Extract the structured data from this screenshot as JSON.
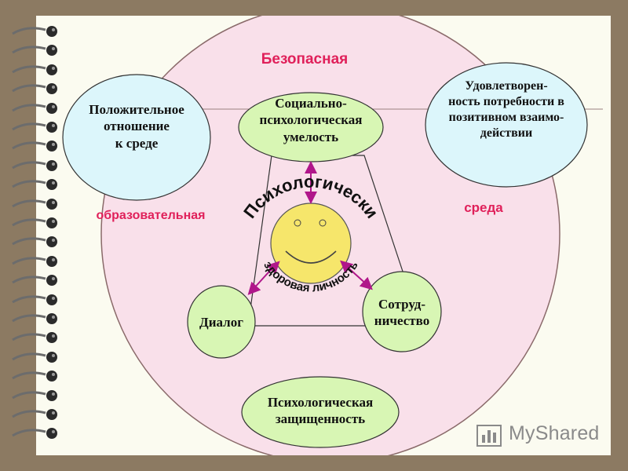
{
  "title": "Безопасная",
  "left_word": "образовательная",
  "right_word": "среда",
  "top_center": "Социально-психологическая умелость",
  "top_center_lines": [
    "Социально-",
    "психологическая",
    "умелость"
  ],
  "top_left_lines": [
    "Положительное",
    "отношение",
    "к среде"
  ],
  "top_right_lines": [
    "Удовлетворен-",
    "ность потребности в",
    "позитивном взаимо-",
    "действии"
  ],
  "left_bottom": "Диалог",
  "right_bottom_lines": [
    "Сотруд-",
    "ничество"
  ],
  "bottom_lines": [
    "Психологическая",
    "защищенность"
  ],
  "arc_upper": "Психологически",
  "arc_lower": "здоровая личность",
  "logo_text": "MyShared",
  "colors": {
    "background": "#8c7a62",
    "page": "#fbfbf0",
    "big_circle": "#f9e0ea",
    "green_node": "#d8f6b4",
    "blue_node": "#dcf6fb",
    "smiley": "#f6e66b",
    "accent_text": "#e0205a",
    "arrow": "#b0168a"
  }
}
